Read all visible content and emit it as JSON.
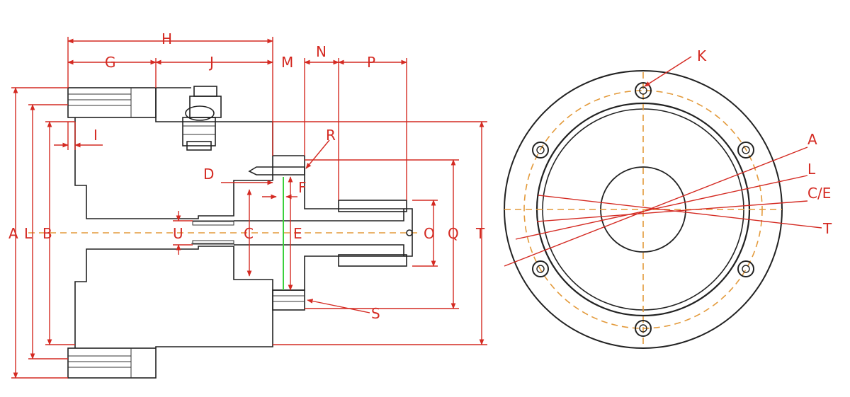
{
  "colors": {
    "dimension": "#d42a22",
    "outline": "#222222",
    "centerline": "#e39a3b",
    "highlight": "#3bd03b"
  },
  "side_view_labels": {
    "H": "H",
    "G": "G",
    "J": "J",
    "M": "M",
    "N": "N",
    "P": "P",
    "I": "I",
    "R": "R",
    "D": "D",
    "F": "F",
    "A": "A",
    "L": "L",
    "B": "B",
    "U": "U",
    "C": "C",
    "E": "E",
    "O": "O",
    "Q": "Q",
    "T": "T",
    "S": "S"
  },
  "front_view_labels": {
    "K": "K",
    "A": "A",
    "L": "L",
    "CE": "C/E",
    "T": "T"
  }
}
